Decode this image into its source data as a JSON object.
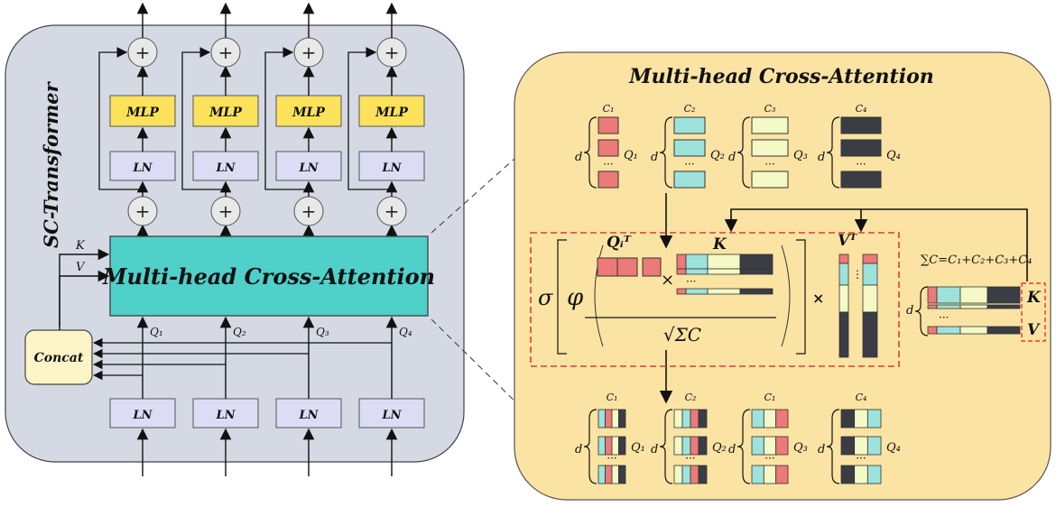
{
  "left_panel": {
    "title": "SC-Transformer",
    "mlp_label": "MLP",
    "ln_label": "LN",
    "plus_symbol": "+",
    "attention_label": "Multi-head Cross-Attention",
    "concat_label": "Concat",
    "k_label": "K",
    "v_label": "V",
    "q_labels": [
      "Q₁",
      "Q₂",
      "Q₃",
      "Q₄"
    ]
  },
  "right_panel": {
    "title": "Multi-head Cross-Attention",
    "c_labels": [
      "C₁",
      "C₂",
      "C₃",
      "C₄"
    ],
    "d_label": "d",
    "dots": "···",
    "vdots": "⋮",
    "q_labels": [
      "Q₁",
      "Q₂",
      "Q₃",
      "Q₄"
    ],
    "bottom_c_labels": [
      "C₁",
      "C₂",
      "C₁",
      "C₄"
    ],
    "bottom_q_labels": [
      "Q₁",
      "Q₂",
      "Q₃",
      "Q₄"
    ],
    "formula": {
      "sigma": "σ",
      "phi": "φ",
      "qi_t": "Qᵢᵀ",
      "k": "K",
      "vt": "Vᵀ",
      "times": "×",
      "sqrt_sum_c": "√ΣC"
    },
    "sum_equation": "∑C=C₁+C₂+C₃+C₄",
    "kv_k": "K",
    "kv_v": "V"
  },
  "colors": {
    "left_bg": "#d5d9e4",
    "right_bg": "#fbe3a3",
    "mlp": "#fbe25a",
    "ln": "#dcdcf5",
    "attention": "#4fd0c9",
    "concat": "#fdf5c7",
    "red": "#ec7a78",
    "cyan": "#9ee2dc",
    "cream": "#f4f9c6",
    "dark": "#3a3d44"
  }
}
